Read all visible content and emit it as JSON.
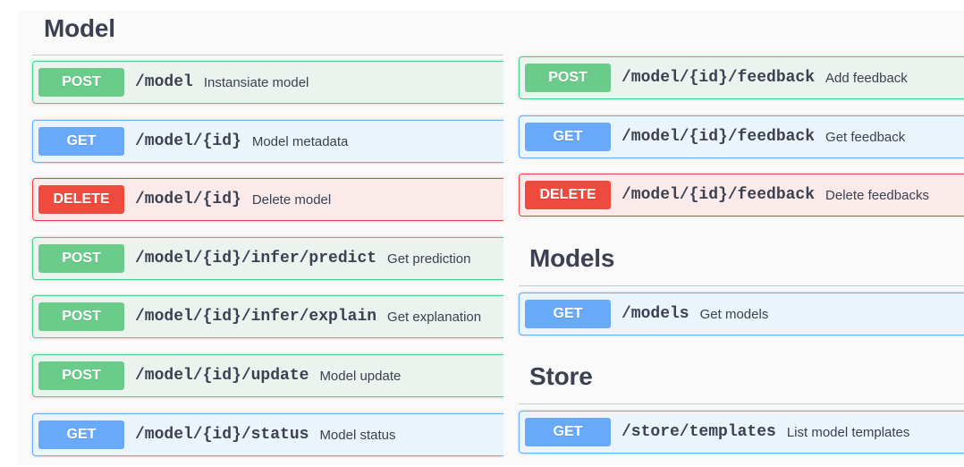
{
  "sections": {
    "model": {
      "title": "Model"
    },
    "models": {
      "title": "Models"
    },
    "store": {
      "title": "Store"
    }
  },
  "colors": {
    "post": "#49cc90",
    "get": "#61affe",
    "delete": "#f93e3e"
  },
  "operations": [
    {
      "method": "POST",
      "path": "/model",
      "summary": "Instansiate model"
    },
    {
      "method": "GET",
      "path": "/model/{id}",
      "summary": "Model metadata"
    },
    {
      "method": "DELETE",
      "path": "/model/{id}",
      "summary": "Delete model"
    },
    {
      "method": "POST",
      "path": "/model/{id}/infer/predict",
      "summary": "Get prediction"
    },
    {
      "method": "POST",
      "path": "/model/{id}/infer/explain",
      "summary": "Get explanation"
    },
    {
      "method": "POST",
      "path": "/model/{id}/update",
      "summary": "Model update"
    },
    {
      "method": "GET",
      "path": "/model/{id}/status",
      "summary": "Model status"
    },
    {
      "method": "POST",
      "path": "/model/{id}/feedback",
      "summary": "Add feedback"
    },
    {
      "method": "GET",
      "path": "/model/{id}/feedback",
      "summary": "Get feedback"
    },
    {
      "method": "DELETE",
      "path": "/model/{id}/feedback",
      "summary": "Delete feedbacks"
    },
    {
      "method": "GET",
      "path": "/models",
      "summary": "Get models"
    },
    {
      "method": "GET",
      "path": "/store/templates",
      "summary": "List model templates"
    }
  ]
}
